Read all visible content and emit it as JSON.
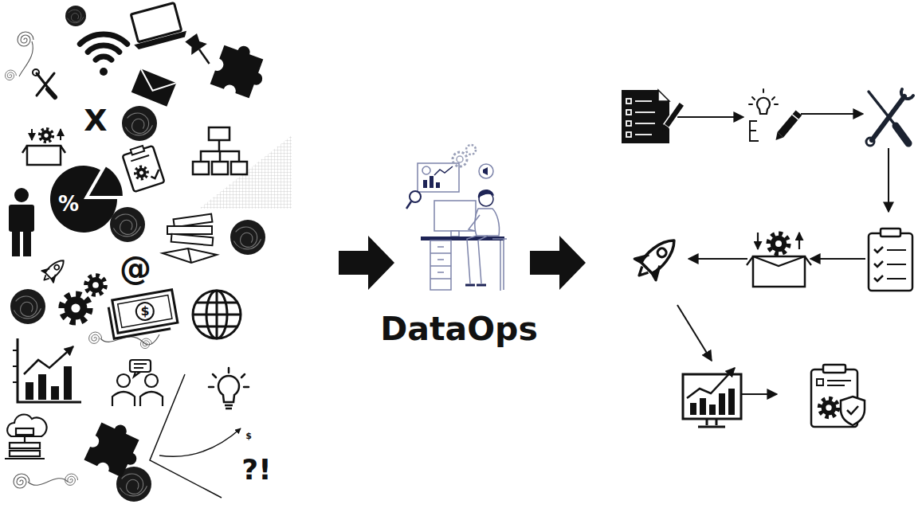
{
  "diagram": {
    "labels": [
      "X",
      "%",
      "@",
      "$",
      "$",
      "?!",
      "DataOps"
    ]
  }
}
